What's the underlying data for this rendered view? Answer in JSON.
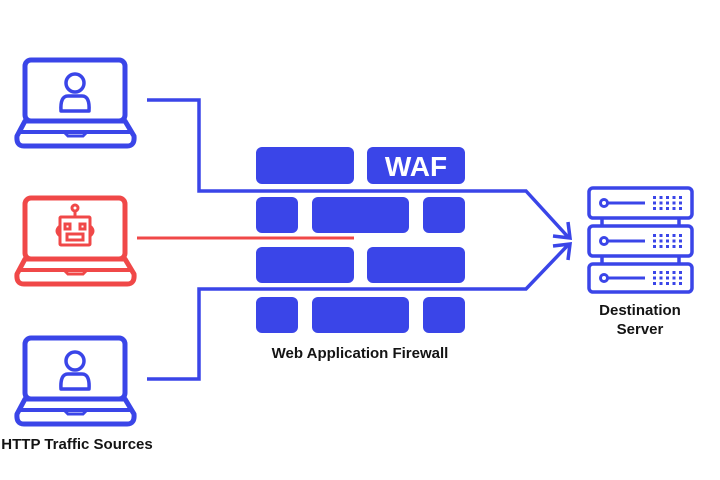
{
  "colors": {
    "primary": "#3a45e8",
    "threat": "#f04848",
    "text": "#141414",
    "background": "#ffffff"
  },
  "sources": {
    "label": "HTTP Traffic Sources",
    "items": [
      {
        "type": "human-user",
        "icon": "user-icon",
        "status": "allowed"
      },
      {
        "type": "bot",
        "icon": "robot-icon",
        "status": "blocked"
      },
      {
        "type": "human-user",
        "icon": "user-icon",
        "status": "allowed"
      }
    ]
  },
  "firewall": {
    "badge": "WAF",
    "label": "Web Application Firewall"
  },
  "destination": {
    "label_line1": "Destination",
    "label_line2": "Server",
    "icon": "server-rack-icon"
  }
}
